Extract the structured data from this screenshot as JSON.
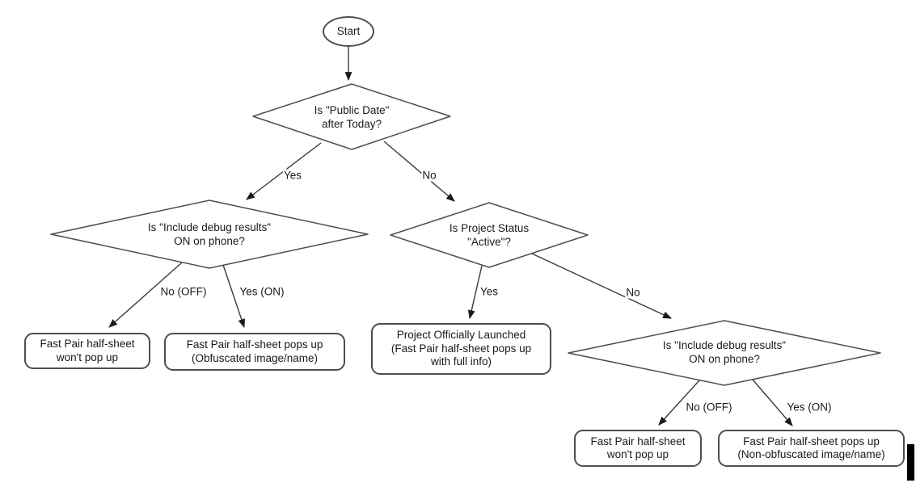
{
  "diagram": {
    "nodes": {
      "start": {
        "type": "terminator",
        "label": "Start"
      },
      "public_date": {
        "type": "decision",
        "label": "Is \"Public Date\"\nafter Today?"
      },
      "debug_left": {
        "type": "decision",
        "label": "Is \"Include debug results\"\nON on phone?"
      },
      "project_status": {
        "type": "decision",
        "label": "Is Project Status\n\"Active\"?"
      },
      "debug_right": {
        "type": "decision",
        "label": "Is \"Include debug results\"\nON on phone?"
      },
      "no_popup_left": {
        "type": "result",
        "label": "Fast Pair half-sheet\nwon't pop up"
      },
      "obfuscated": {
        "type": "result",
        "label": "Fast Pair half-sheet pops up\n(Obfuscated image/name)"
      },
      "launched": {
        "type": "result",
        "label": "Project Officially Launched\n(Fast Pair half-sheet pops up\nwith full info)"
      },
      "no_popup_right": {
        "type": "result",
        "label": "Fast Pair half-sheet\nwon't pop up"
      },
      "non_obfuscated": {
        "type": "result",
        "label": "Fast Pair half-sheet pops up\n(Non-obfuscated image/name)"
      }
    },
    "edge_labels": {
      "yes_1": "Yes",
      "no_1": "No",
      "no_off_1": "No (OFF)",
      "yes_on_1": "Yes (ON)",
      "yes_2": "Yes",
      "no_2": "No",
      "no_off_2": "No (OFF)",
      "yes_on_2": "Yes (ON)"
    },
    "colors": {
      "shape_stroke": "#4e4e4e",
      "edge_stroke": "#3a3a3a",
      "text": "#1a1a1a",
      "background": "#ffffff",
      "cursor": "#000000"
    }
  }
}
